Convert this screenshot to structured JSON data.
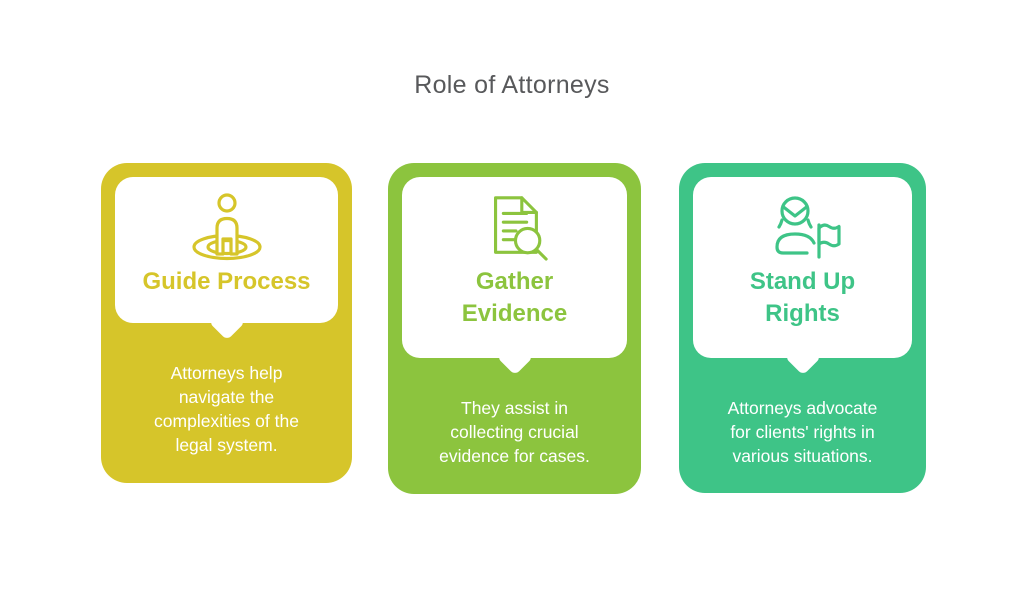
{
  "page": {
    "title": "Role of Attorneys",
    "title_color": "#58595b",
    "background_color": "#ffffff"
  },
  "cards": [
    {
      "icon": "person-target-icon",
      "title": "Guide Process",
      "body": "Attorneys help\nnavigate the\ncomplexities of the\nlegal system.",
      "accent_color": "#d6c52a",
      "text_color": "#ffffff"
    },
    {
      "icon": "document-search-icon",
      "title": "Gather\nEvidence",
      "body": "They assist in\ncollecting crucial\nevidence for cases.",
      "accent_color": "#8cc43e",
      "text_color": "#ffffff"
    },
    {
      "icon": "person-flag-icon",
      "title": "Stand Up\nRights",
      "body": "Attorneys advocate\nfor clients' rights in\nvarious situations.",
      "accent_color": "#3ec487",
      "text_color": "#ffffff"
    }
  ]
}
